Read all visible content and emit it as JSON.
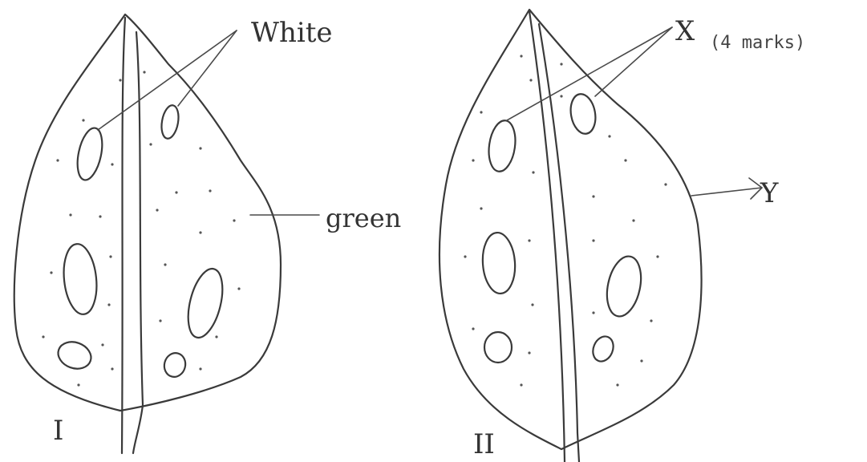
{
  "marks": "(4 marks)",
  "leaf1": {
    "numeral": "I",
    "label_white": "White",
    "label_green": "green"
  },
  "leaf2": {
    "numeral": "II",
    "label_x": "X",
    "label_y": "Y"
  }
}
